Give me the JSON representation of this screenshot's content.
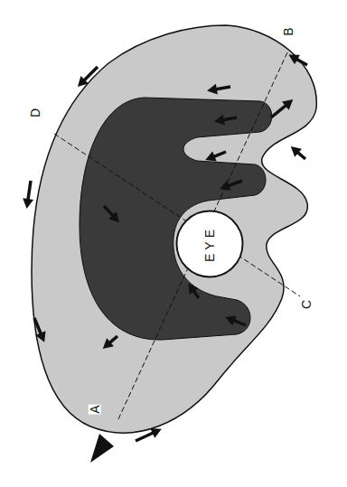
{
  "diagram": {
    "nodes": [
      {
        "text": [
          "EYE"
        ]
      }
    ],
    "labels": [
      "A",
      "B",
      "C",
      "D"
    ]
  }
}
